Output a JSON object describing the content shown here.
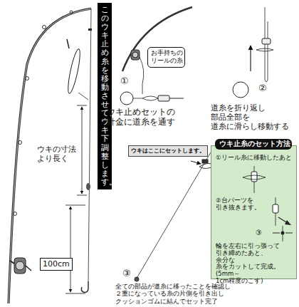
{
  "diagram": {
    "nodes": [
      {
        "text": [
          "このウキ止め糸を移動させて、ウキ下調整します。"
        ]
      },
      {
        "text": [
          "100cm"
        ]
      },
      {
        "text": [
          "お手持ちの リールの糸"
        ]
      },
      {
        "text": [
          "ウキはここにセットします。"
        ]
      },
      {
        "text": [
          "①リール糸に移動したあと",
          "②台パーツを 引き抜きます。",
          "③",
          "輪を左右に引っ張って 引き締めたあと、余分な 糸をカットして完成。 (5mm～1cm程度のこす)"
        ]
      },
      {
        "text": [
          "ウキ止糸のセット方法"
        ],
        "in": 4
      }
    ],
    "labels": [
      "ウキの寸法 より長く",
      "①",
      "ウキ止めセットの 針金に道糸を通す",
      "②",
      "道糸を折り返し 部品全部を 道糸に滑らし移動する",
      "③",
      "全ての部品が道糸に移ったことを確認し ２重になっている糸の片側を引き出し クッションゴムに結んでセット完了"
    ]
  }
}
